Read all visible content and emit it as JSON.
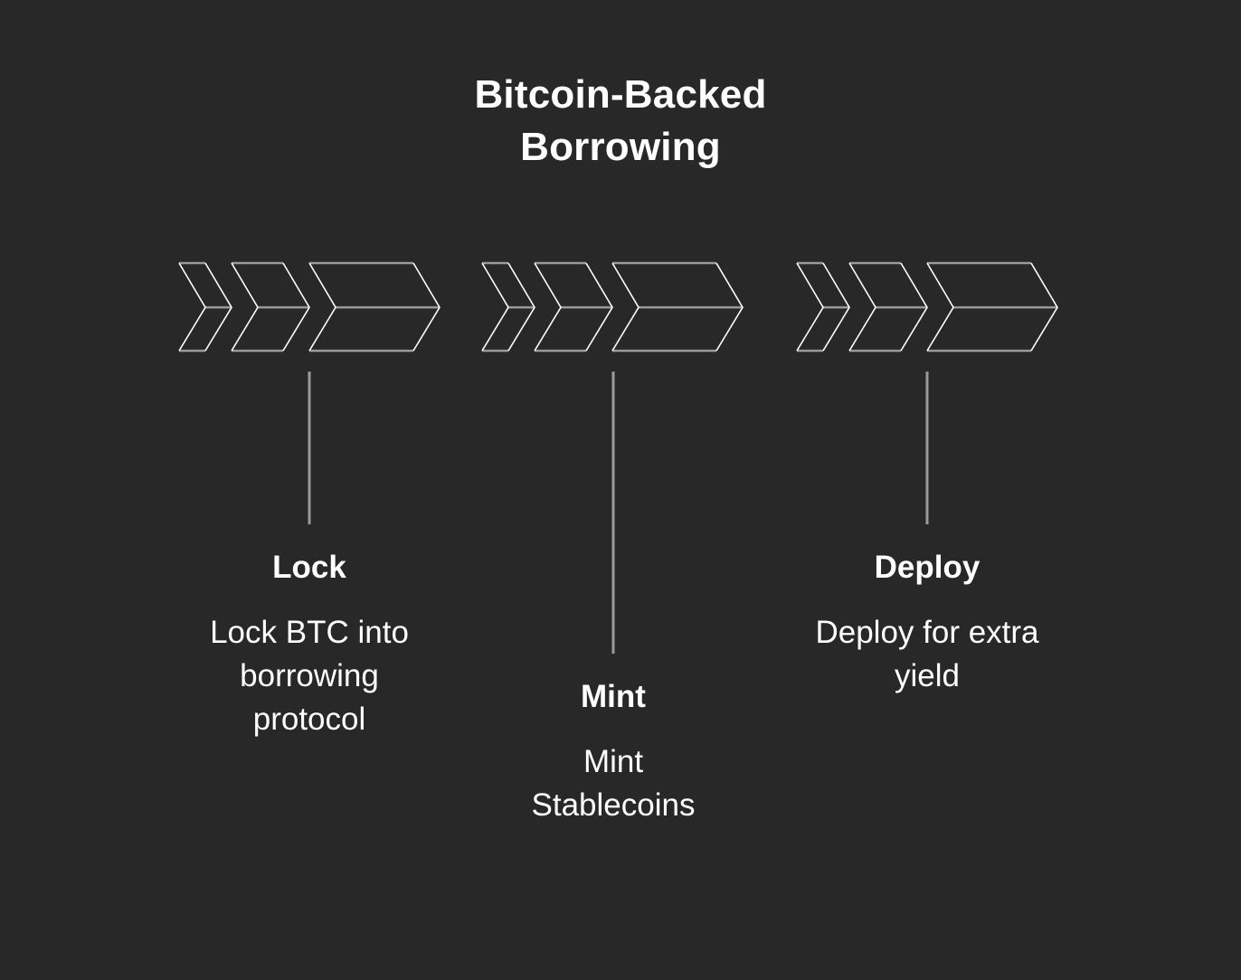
{
  "title": {
    "line1": "Bitcoin-Backed",
    "line2": "Borrowing"
  },
  "colors": {
    "background": "#282828",
    "text": "#ffffff",
    "stroke_highlight": "#ffffff",
    "stroke_muted": "#9a9a9a"
  },
  "steps": [
    {
      "title": "Lock",
      "description_lines": [
        "Lock BTC into",
        "borrowing",
        "protocol"
      ]
    },
    {
      "title": "Mint",
      "description_lines": [
        "Mint",
        "Stablecoins"
      ]
    },
    {
      "title": "Deploy",
      "description_lines": [
        "Deploy for extra",
        "yield"
      ]
    }
  ],
  "icons": [
    "chevron-arrow-icon",
    "chevron-arrow-icon",
    "chevron-arrow-icon"
  ]
}
